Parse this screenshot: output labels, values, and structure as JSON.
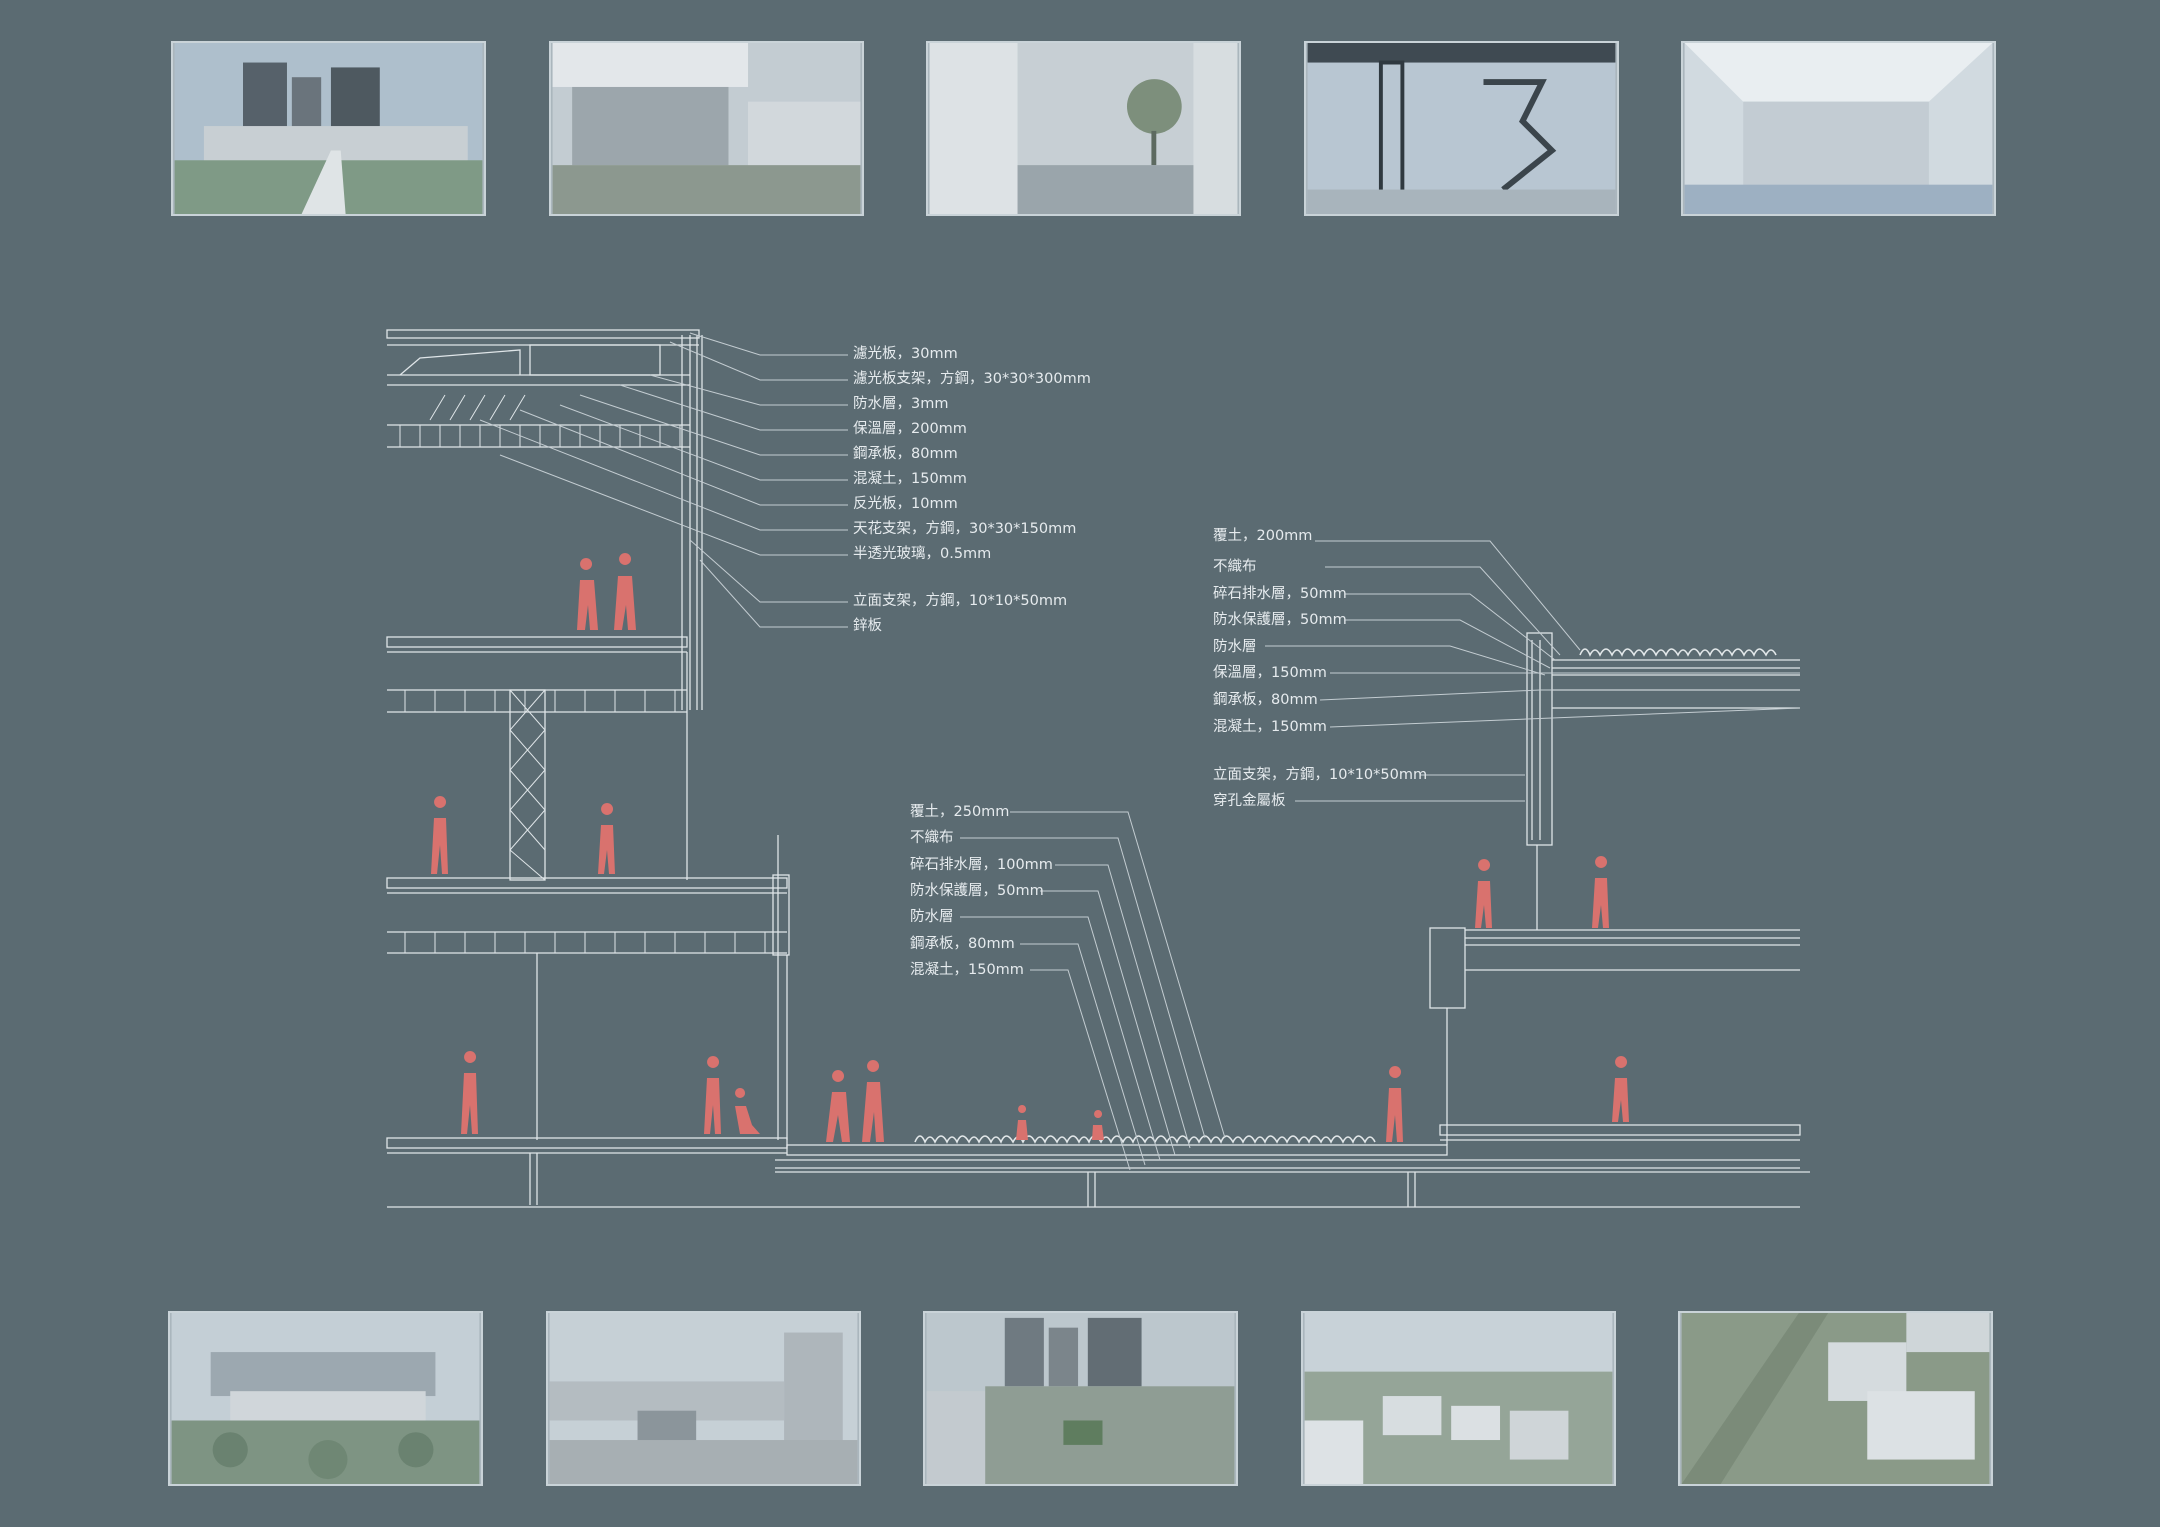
{
  "render_thumbnails_top": [
    {
      "name": "render-rooftop-garden",
      "sky": "#aebfcc",
      "ground": "#7f9a86"
    },
    {
      "name": "render-courtyard-glass",
      "sky": "#c3ccd2",
      "ground": "#8c988f"
    },
    {
      "name": "render-screen-tree-court",
      "sky": "#c7cfd4",
      "ground": "#9aa5ab"
    },
    {
      "name": "render-atrium-stair",
      "sky": "#b8c6d2",
      "ground": "#a8b4bc"
    },
    {
      "name": "render-interior-skylight",
      "sky": "#d1dae0",
      "ground": "#9db0c2"
    }
  ],
  "render_thumbnails_bottom": [
    {
      "name": "render-aerial-city-west",
      "sky": "#c4cfd6",
      "ground": "#7e9483"
    },
    {
      "name": "render-aerial-street",
      "sky": "#c6d0d6",
      "ground": "#a7afb3"
    },
    {
      "name": "render-aerial-towers",
      "sky": "#bcc7cd",
      "ground": "#8f9d94"
    },
    {
      "name": "render-aerial-green-roofs",
      "sky": "#c8d2d8",
      "ground": "#95a598"
    },
    {
      "name": "render-aerial-boulevard",
      "sky": "#c2ccd1",
      "ground": "#8a9a88"
    }
  ],
  "labels_upper_left": [
    "濾光板，30mm",
    "濾光板支架，方鋼，30*30*300mm",
    "防水層，3mm",
    "保溫層，200mm",
    "鋼承板，80mm",
    "混凝土，150mm",
    "反光板，10mm",
    "天花支架，方鋼，30*30*150mm",
    "半透光玻璃，0.5mm",
    "立面支架，方鋼，10*10*50mm",
    "鋅板"
  ],
  "labels_middle": [
    "覆土，250mm",
    "不織布",
    "碎石排水層，100mm",
    "防水保護層，50mm",
    "防水層",
    "鋼承板，80mm",
    "混凝土，150mm"
  ],
  "labels_right": [
    "覆土，200mm",
    "不織布",
    "碎石排水層，50mm",
    "防水保護層，50mm",
    "防水層",
    "保溫層，150mm",
    "鋼承板，80mm",
    "混凝土，150mm",
    "立面支架，方鋼，10*10*50mm",
    "穿孔金屬板"
  ],
  "colors": {
    "background": "#5b6b72",
    "linework": "#dfe5e8",
    "figure": "#d9726e",
    "frame": "#c9d3d8"
  }
}
